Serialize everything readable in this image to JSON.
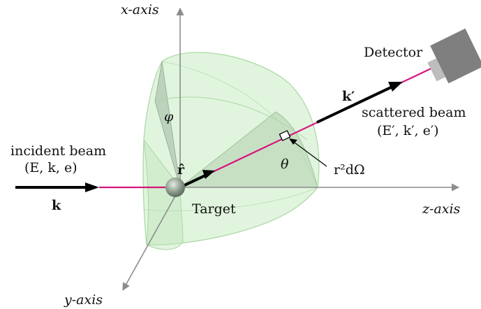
{
  "labels": {
    "x_axis": "x-axis",
    "y_axis": "y-axis",
    "z_axis": "z-axis",
    "detector": "Detector",
    "k_prime": "k′",
    "scattered_beam": "scattered beam",
    "scattered_params": "(E′, k′, e′)",
    "incident_beam": "incident beam",
    "incident_params": "(E, k, e)",
    "k": "k",
    "phi": "φ",
    "theta": "θ",
    "r_hat": "r̂",
    "solid_angle": "r²dΩ",
    "target": "Target"
  },
  "colors": {
    "axis": "#8c8c8c",
    "beam_line": "#d6157e",
    "beam_arrow": "#000000",
    "sphere_fill": "#c8ecc3",
    "sphere_edge": "#a9d7a3",
    "detector_body": "#7f7f7f",
    "detector_window": "#bdbdbd",
    "target": "#7a8a7a"
  }
}
